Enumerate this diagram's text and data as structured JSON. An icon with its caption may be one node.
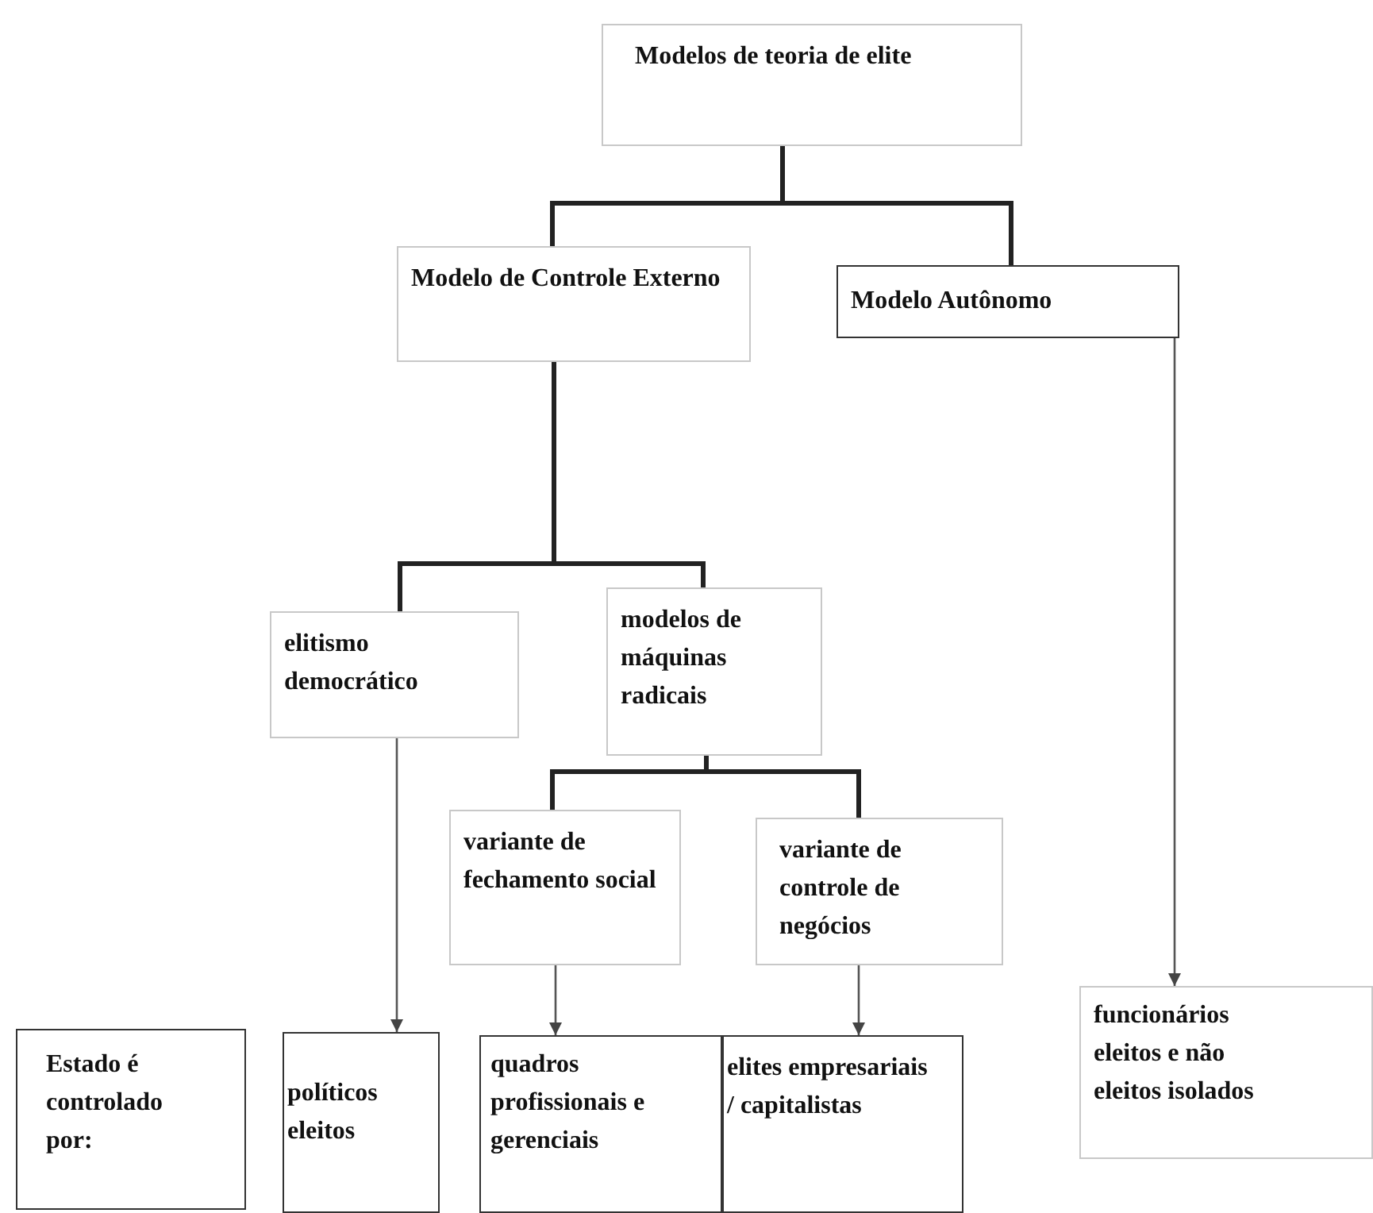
{
  "diagram": {
    "nodes": [
      {
        "text": [
          "Modelos de teoria de elite"
        ]
      },
      {
        "text": [
          "Modelo de Controle Externo"
        ]
      },
      {
        "text": [
          "Modelo Autônomo"
        ]
      },
      {
        "text": [
          "elitismo democrático"
        ]
      },
      {
        "text": [
          "modelos de máquinas radicais"
        ]
      },
      {
        "text": [
          "variante de fechamento social"
        ]
      },
      {
        "text": [
          "variante de controle de negócios"
        ]
      },
      {
        "text": [
          "Estado é controlado por:"
        ]
      },
      {
        "text": [
          "políticos eleitos"
        ]
      },
      {
        "text": [
          "quadros profissionais e gerenciais"
        ]
      },
      {
        "text": [
          "elites empresariais / capitalistas"
        ]
      },
      {
        "text": [
          "funcionários eleitos e não eleitos isolados"
        ]
      }
    ],
    "edges": [
      {
        "from": 0,
        "to": 1,
        "arrow": "none"
      },
      {
        "from": 0,
        "to": 2,
        "arrow": "none"
      },
      {
        "from": 1,
        "to": 3,
        "arrow": "none"
      },
      {
        "from": 1,
        "to": 4,
        "arrow": "none"
      },
      {
        "from": 4,
        "to": 5,
        "arrow": "none"
      },
      {
        "from": 4,
        "to": 6,
        "arrow": "none"
      },
      {
        "from": 3,
        "to": 8,
        "arrow": "to"
      },
      {
        "from": 5,
        "to": 9,
        "arrow": "to"
      },
      {
        "from": 6,
        "to": 10,
        "arrow": "to"
      },
      {
        "from": 2,
        "to": 11,
        "arrow": "to"
      }
    ]
  }
}
